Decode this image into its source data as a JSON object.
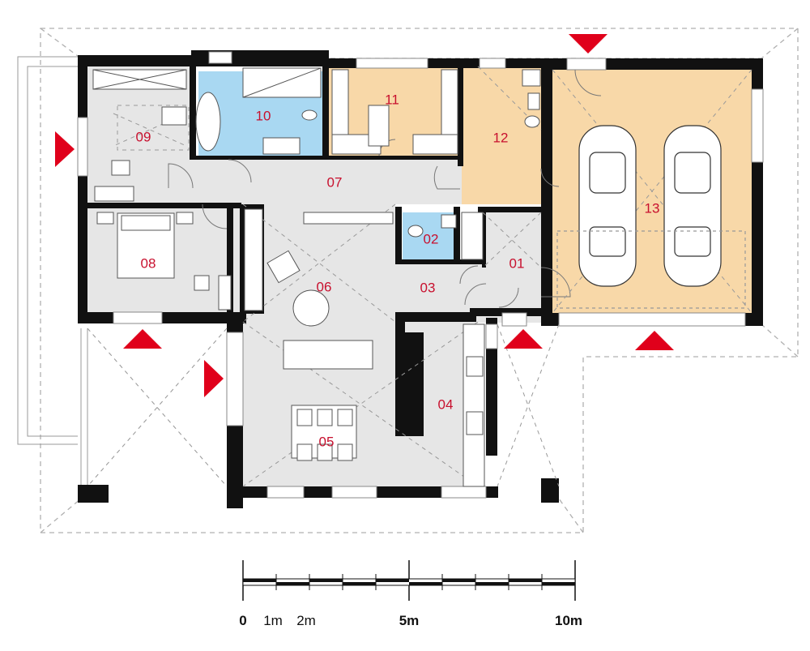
{
  "plan": {
    "rooms": [
      {
        "id": "01",
        "label": "01"
      },
      {
        "id": "02",
        "label": "02"
      },
      {
        "id": "03",
        "label": "03"
      },
      {
        "id": "04",
        "label": "04"
      },
      {
        "id": "05",
        "label": "05"
      },
      {
        "id": "06",
        "label": "06"
      },
      {
        "id": "07",
        "label": "07"
      },
      {
        "id": "08",
        "label": "08"
      },
      {
        "id": "09",
        "label": "09"
      },
      {
        "id": "10",
        "label": "10"
      },
      {
        "id": "11",
        "label": "11"
      },
      {
        "id": "12",
        "label": "12"
      },
      {
        "id": "13",
        "label": "13"
      }
    ],
    "colors": {
      "wall": "#111111",
      "floor": "#e6e6e6",
      "bathroom": "#a9d8f2",
      "utility": "#f8d8a8",
      "entrance_marker": "#e0001b",
      "roof_outline": "#b0b0b0"
    }
  },
  "scale": {
    "labels": [
      "0",
      "1m",
      "2m",
      "5m",
      "10m"
    ]
  }
}
